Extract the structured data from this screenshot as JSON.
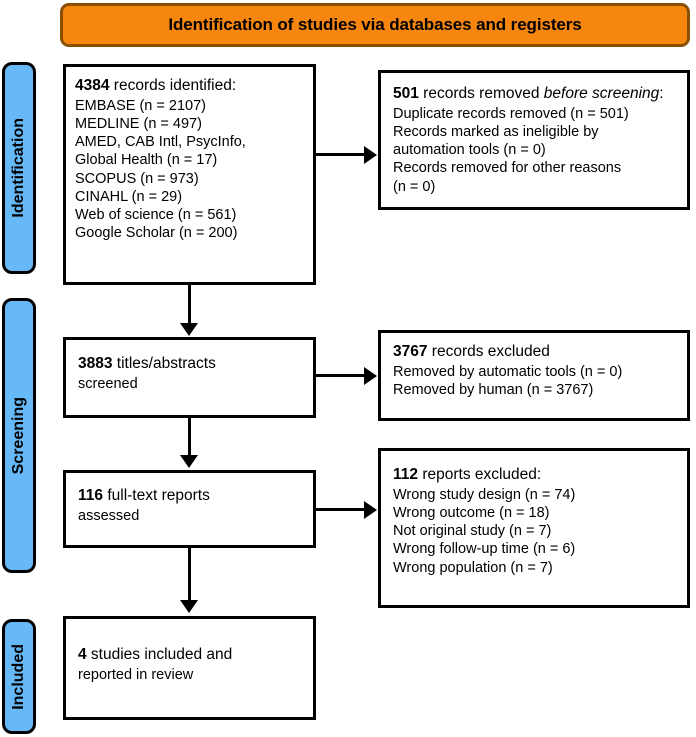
{
  "banner": {
    "title": "Identification of studies via databases and registers"
  },
  "stages": [
    {
      "id": "identification",
      "label": "Identification"
    },
    {
      "id": "screening",
      "label": "Screening"
    },
    {
      "id": "included",
      "label": "Included"
    }
  ],
  "boxes": {
    "identified": {
      "count": "4384",
      "heading_rest": " records identified:",
      "sources": [
        "EMBASE (n = 2107)",
        "MEDLINE (n = 497)",
        "AMED, CAB Intl, PsycInfo,",
        "Global Health (n = 17)",
        "SCOPUS (n = 973)",
        "CINAHL (n = 29)",
        "Web of science (n = 561)",
        "Google Scholar (n = 200)"
      ]
    },
    "removed": {
      "count": "501",
      "heading_rest": " records removed ",
      "heading_italic": "before screening",
      "heading_tail": ":",
      "reasons": [
        "Duplicate records removed (n = 501)",
        "Records marked as ineligible by",
        "automation tools (n = 0)",
        "Records removed for other reasons",
        "(n = 0)"
      ]
    },
    "screened": {
      "count": "3883",
      "heading_rest": " titles/abstracts",
      "line2": "screened"
    },
    "excluded_records": {
      "count": "3767",
      "heading_rest": " records excluded",
      "reasons": [
        "Removed by automatic tools (n = 0)",
        "Removed by human (n = 3767)"
      ]
    },
    "fulltext": {
      "count": "116",
      "heading_rest": " full-text reports",
      "line2": "assessed"
    },
    "excluded_reports": {
      "count": "112",
      "heading_rest": " reports excluded:",
      "reasons": [
        "Wrong study design (n = 74)",
        "Wrong outcome (n = 18)",
        "Not original study (n = 7)",
        "Wrong follow-up time (n = 6)",
        "Wrong population (n = 7)"
      ]
    },
    "included": {
      "count": "4",
      "heading_rest": " studies included and",
      "line2": "reported in review"
    }
  },
  "colors": {
    "banner_fill": "#f7860f",
    "banner_border": "#8a5000",
    "stage_fill": "#66b8f7",
    "box_border": "#000000",
    "text": "#000000"
  }
}
